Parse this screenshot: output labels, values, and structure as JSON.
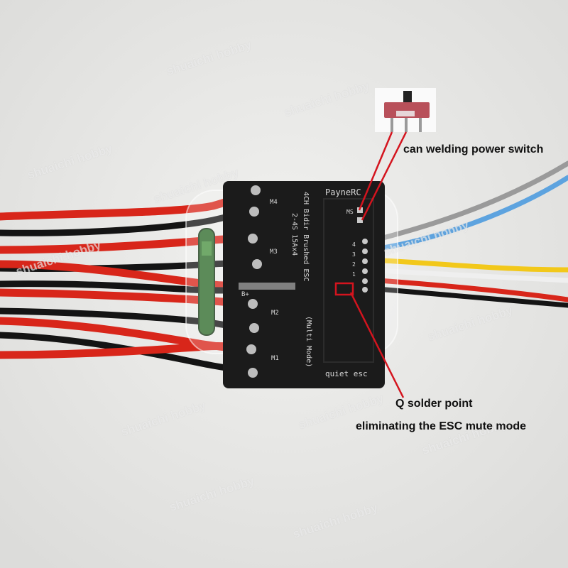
{
  "callouts": {
    "switch": "can welding power switch",
    "q_point": "Q solder point",
    "mute_mode": "eliminating the ESC mute mode"
  },
  "watermark": "shuaichi hobby",
  "board": {
    "brand": "PayneRC",
    "model_line1": "4CH Bidir Brushed ESC",
    "model_line2": "2-4S 15Ax4",
    "model_line3": "(Multi Mode)",
    "motor_labels": [
      "M4",
      "M3",
      "M2",
      "M1"
    ],
    "battery_label": "B+",
    "switch_pads": "MS",
    "channel_numbers": [
      "4",
      "3",
      "2",
      "1"
    ],
    "footer": "quiet esc"
  },
  "colors": {
    "background": "#e9e9e7",
    "wire_red": "#d8261a",
    "wire_black": "#141414",
    "wire_blue": "#5da3df",
    "wire_yellow": "#f2c81a",
    "wire_white": "#efefef",
    "wire_gray": "#9a9a9a",
    "board": "#1b1b1b",
    "annotation": "#d4141e"
  }
}
